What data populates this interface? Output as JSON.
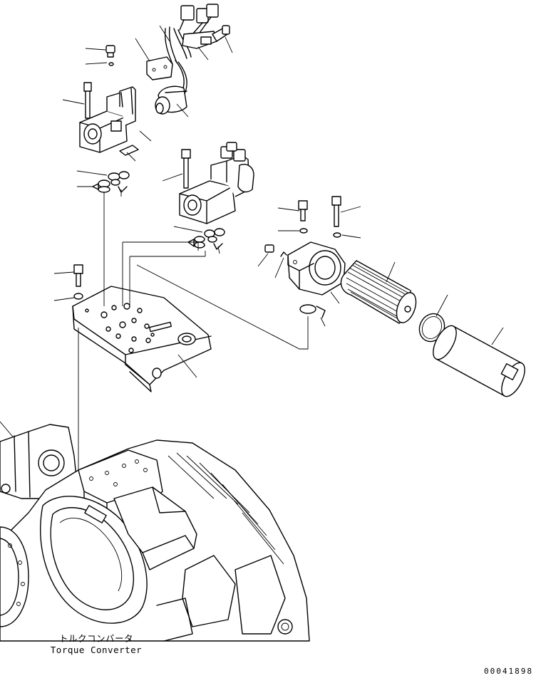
{
  "caption": {
    "japanese": "トルクコンバータ",
    "english": "Torque Converter"
  },
  "drawing_number": "00041898",
  "colors": {
    "line": "#000000",
    "background": "#ffffff"
  }
}
